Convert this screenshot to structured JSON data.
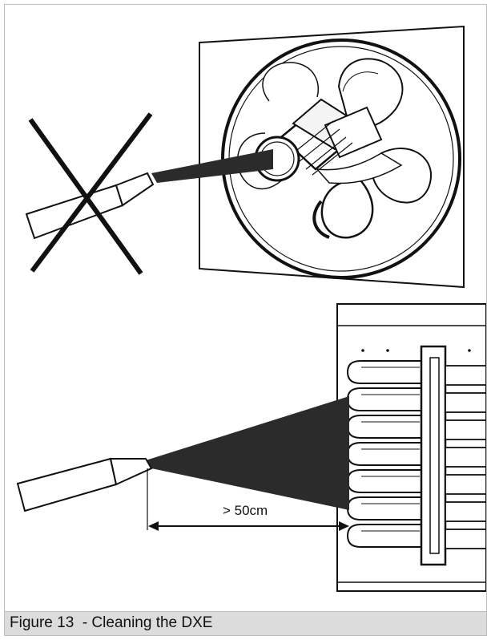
{
  "figure": {
    "caption": "Figure 13  - Cleaning the DXE",
    "distance_label": "> 50cm",
    "prohibited_mark": "cross-out-mark",
    "colors": {
      "line": "#111111",
      "spray": "#2b2b2b",
      "caption_background": "#dcdcdc",
      "border": "#bdbdbd"
    }
  }
}
